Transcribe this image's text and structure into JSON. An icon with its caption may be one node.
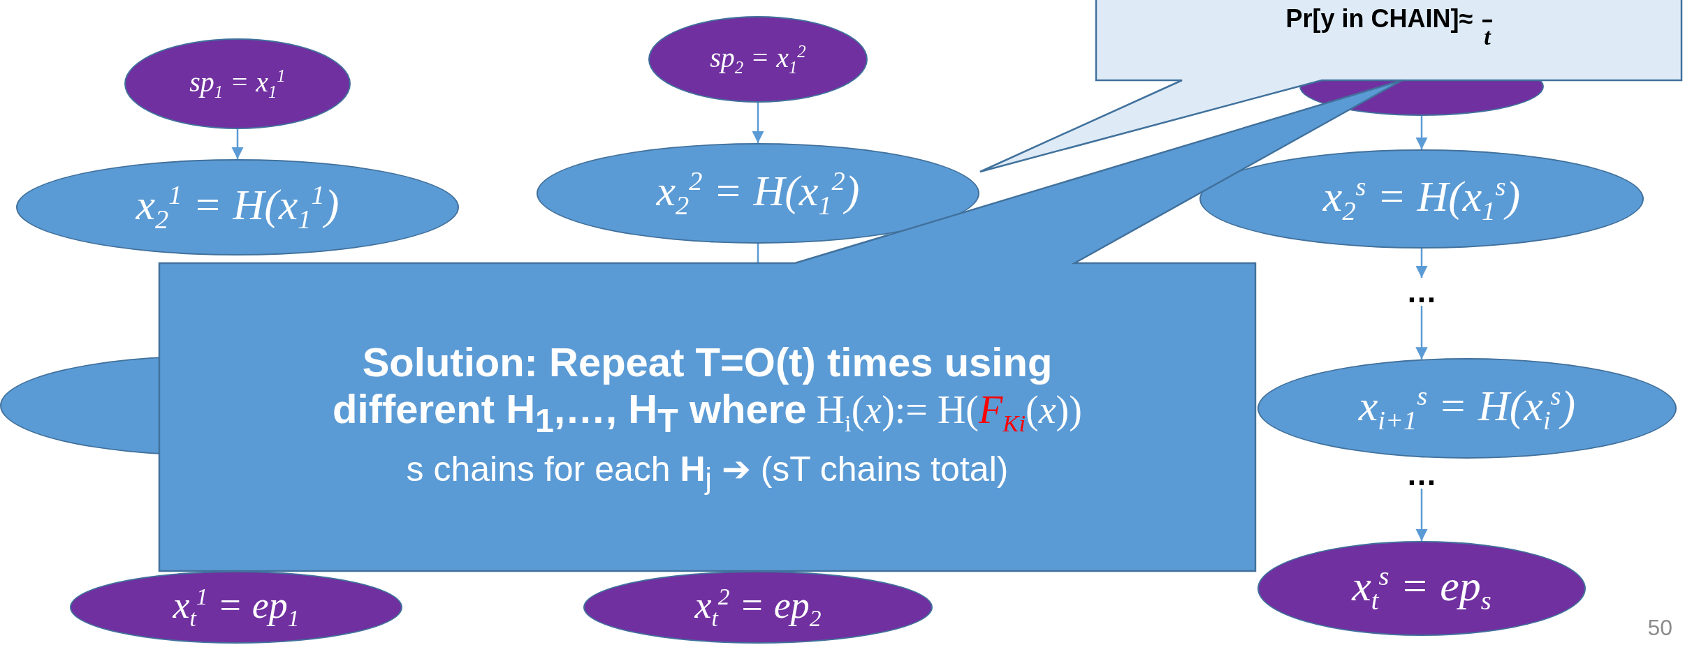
{
  "diagram": {
    "nodes": [
      {
        "text": [
          "sp$_{1}$ = x$_{1}$$^{1}$"
        ]
      },
      {
        "text": [
          "x$_{2}$$^{1}$ = H(x$_{1}$$^{1}$)"
        ]
      },
      {
        "text": [],
        "shape": "ellipse"
      },
      {
        "text": [
          "x$_{t}$$^{1}$ = ep$_{1}$"
        ]
      },
      {
        "text": [
          "sp$_{2}$ = x$_{1}$$^{2}$"
        ]
      },
      {
        "text": [
          "x$_{2}$$^{2}$ = H(x$_{1}$$^{2}$)"
        ]
      },
      {
        "text": [
          "x$_{t}$$^{2}$ = ep$_{2}$"
        ]
      },
      {
        "text": [],
        "shape": "ellipse"
      },
      {
        "text": [
          "x$_{2}$$^{s}$ = H(x$_{1}$$^{s}$)"
        ]
      },
      {
        "text": [
          "…"
        ]
      },
      {
        "text": [
          "x$_{i+1}$$^{s}$ = H(x$_{i}$$^{s}$)"
        ]
      },
      {
        "text": [
          "…"
        ]
      },
      {
        "text": [
          "x$_{t}$$^{s}$ = ep$_{s}$"
        ]
      },
      {
        "text": [
          "Pr[y in CHAIN]≈",
          "t"
        ]
      },
      {
        "text": [
          "Solution: Repeat T=O(t) times using",
          "different H$_{1}$,…, H$_{T}$ where",
          "H$_{i}$(*x*):= H(",
          "F$_{Ki}$",
          "(*x*))",
          "s chains for each **H**$_{j}$ ➔ (sT chains total)"
        ]
      }
    ],
    "edges": [
      {
        "from": 0,
        "to": 1,
        "arrow": "to"
      },
      {
        "from": 4,
        "to": 5,
        "arrow": "to"
      },
      {
        "from": 5,
        "to": 14,
        "arrow": "none"
      },
      {
        "from": 7,
        "to": 8,
        "arrow": "to"
      },
      {
        "from": 8,
        "to": 9,
        "arrow": "to"
      },
      {
        "from": 9,
        "to": 10,
        "arrow": "to"
      },
      {
        "from": 11,
        "to": 12,
        "arrow": "to"
      }
    ],
    "labels": [
      "50"
    ]
  }
}
